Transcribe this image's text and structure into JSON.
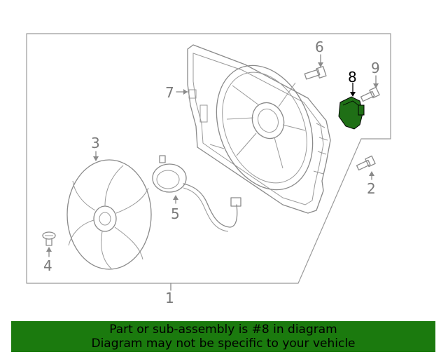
{
  "callouts": {
    "c1": "1",
    "c2": "2",
    "c3": "3",
    "c4": "4",
    "c5": "5",
    "c6": "6",
    "c7": "7",
    "c8": "8",
    "c9": "9"
  },
  "highlight_part": "8",
  "colors": {
    "line_art": "#8a8a8a",
    "highlight_fill": "#1f6f16",
    "banner_bg": "#1b7a0e",
    "banner_text": "#000000"
  },
  "banner": {
    "line1": "Part or sub-assembly is #8 in diagram",
    "line2": "Diagram may not be specific to your vehicle"
  }
}
